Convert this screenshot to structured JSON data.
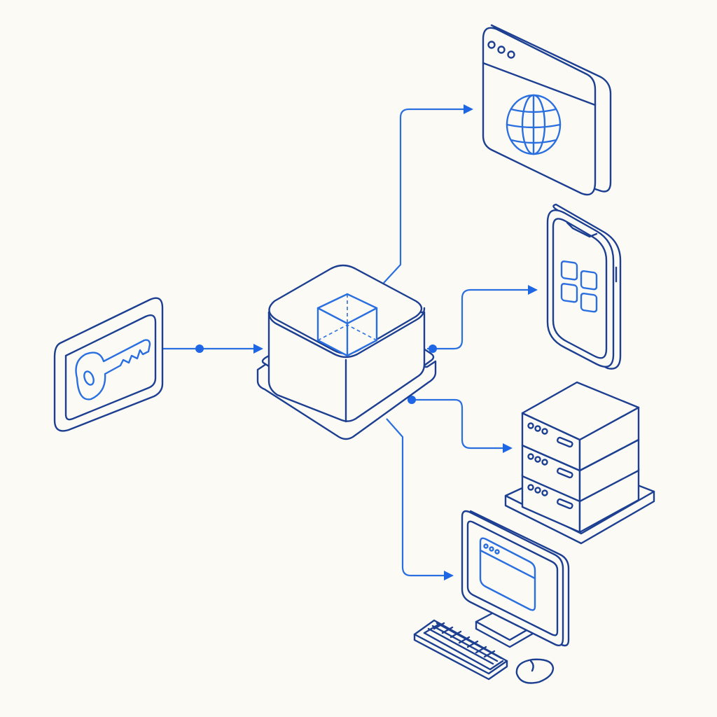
{
  "diagram": {
    "nodes": [
      {
        "id": "key",
        "icon": "key-icon"
      },
      {
        "id": "hub",
        "icon": "cube-icon"
      },
      {
        "id": "web",
        "icon": "globe-browser-icon"
      },
      {
        "id": "mobile",
        "icon": "smartphone-icon"
      },
      {
        "id": "server",
        "icon": "server-stack-icon"
      },
      {
        "id": "desktop",
        "icon": "desktop-computer-icon"
      }
    ],
    "edges": [
      {
        "from": "key",
        "to": "hub"
      },
      {
        "from": "hub",
        "to": "web"
      },
      {
        "from": "hub",
        "to": "mobile"
      },
      {
        "from": "hub",
        "to": "server"
      },
      {
        "from": "hub",
        "to": "desktop"
      }
    ],
    "colors": {
      "background": "#fcfaf4",
      "outline": "#1c3f91",
      "accent": "#2a6fe0",
      "connector": "#1f66e5"
    }
  }
}
